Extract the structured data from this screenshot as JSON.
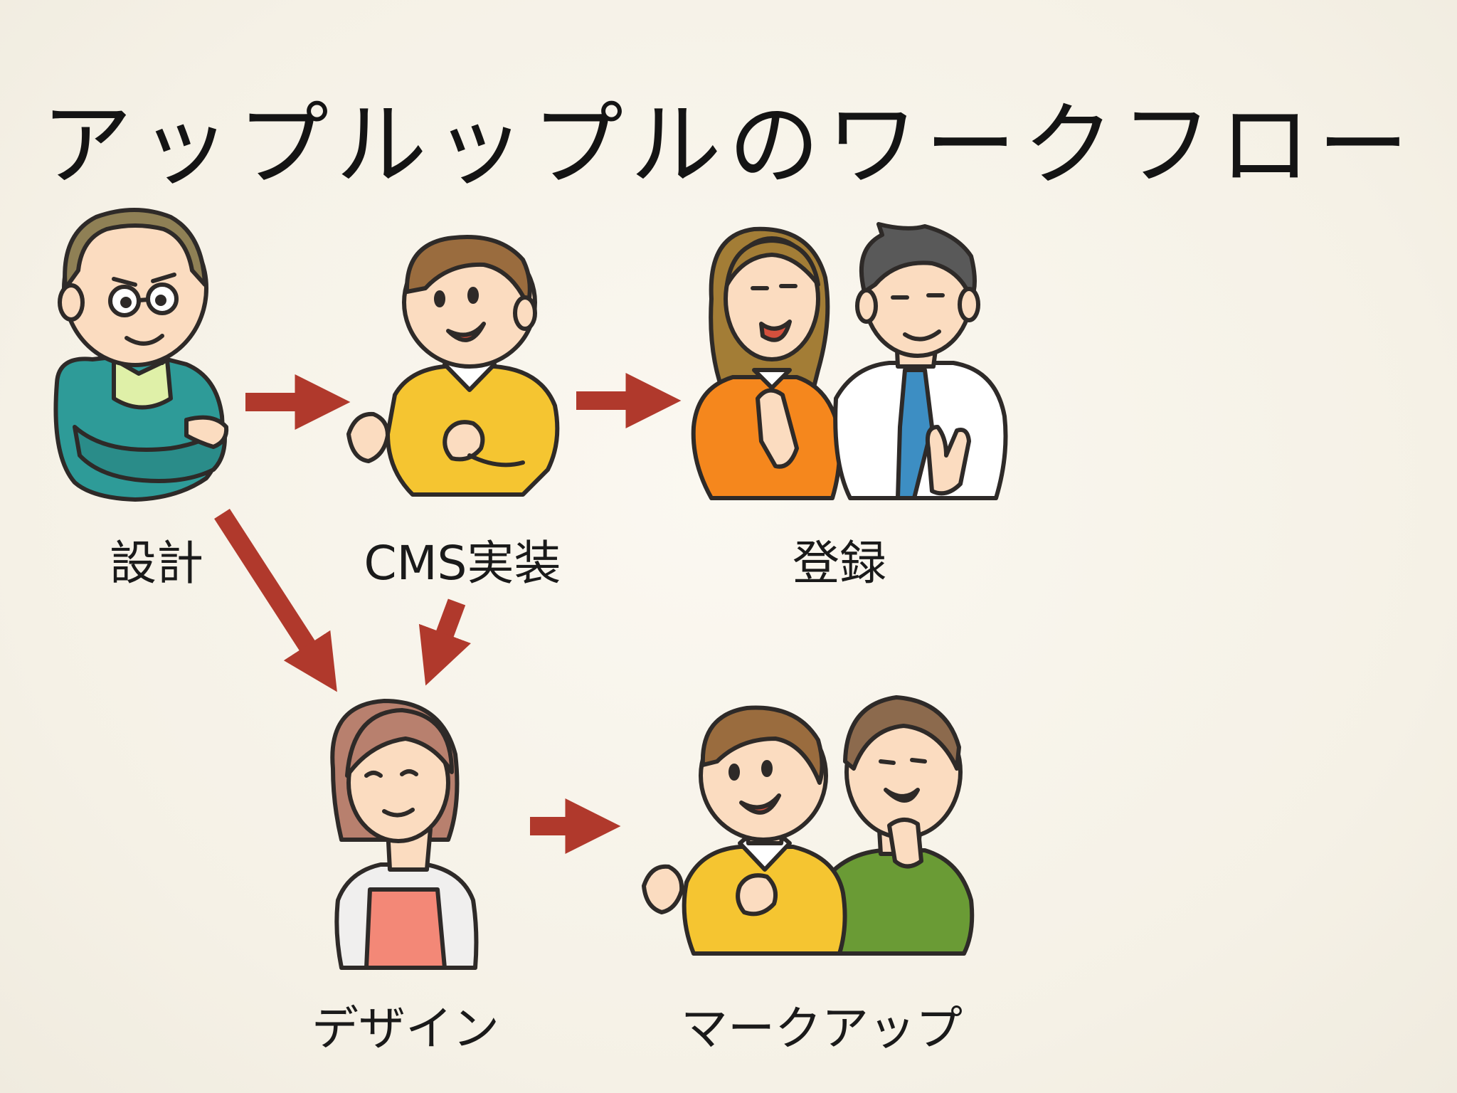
{
  "title": "アップルップルのワークフロー",
  "labels": {
    "design_spec": "設計",
    "cms": "CMS実装",
    "register": "登録",
    "design": "デザイン",
    "markup": "マークアップ"
  },
  "colors": {
    "background": "#f7f4ec",
    "arrow": "#b0392c",
    "outline": "#2e2a28",
    "skin": "#fbdcc0"
  },
  "flows": [
    {
      "from": "設計",
      "to": "CMS実装"
    },
    {
      "from": "CMS実装",
      "to": "登録"
    },
    {
      "from": "設計",
      "to": "デザイン"
    },
    {
      "from": "CMS実装",
      "to": "デザイン"
    },
    {
      "from": "デザイン",
      "to": "マークアップ"
    }
  ]
}
